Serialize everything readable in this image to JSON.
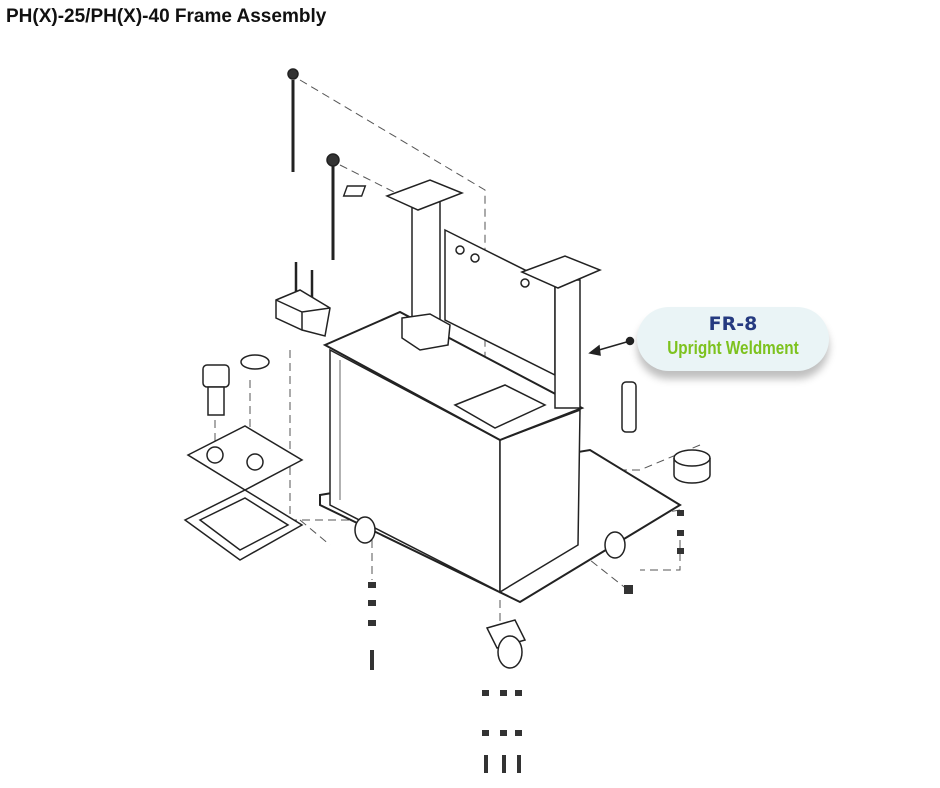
{
  "title": "PH(X)-25/PH(X)-40 Frame Assembly",
  "callout": {
    "code": "FR-8",
    "name": "Upright Weldment",
    "code_color": "#253a80",
    "name_color": "#7dc21e"
  }
}
